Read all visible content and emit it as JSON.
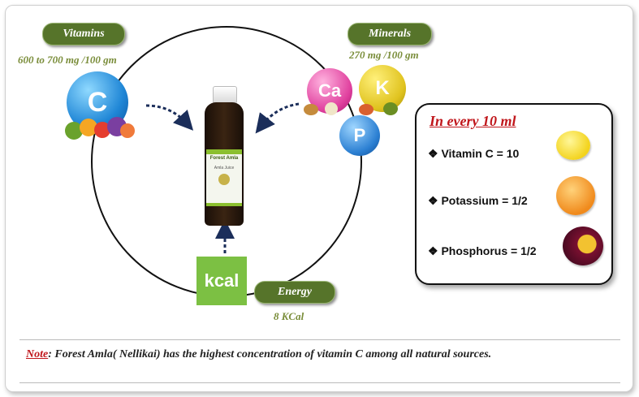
{
  "vitamins": {
    "label": "Vitamins",
    "amount": "600 to 700 mg /100 gm",
    "letter": "C"
  },
  "minerals": {
    "label": "Minerals",
    "amount": "270 mg /100 gm",
    "letters": [
      "Ca",
      "K",
      "P"
    ]
  },
  "energy": {
    "label": "Energy",
    "amount": "8 KCal",
    "icon_text": "kcal"
  },
  "product": {
    "label_line1": "Forest Amla",
    "label_line2": "Amla Juice"
  },
  "info_box": {
    "title": "In every  10 ml",
    "rows": [
      {
        "text": "Vitamin C = 10"
      },
      {
        "text": "Potassium  = 1/2"
      },
      {
        "text": "Phosphorus  = 1/2"
      }
    ]
  },
  "note": {
    "label": "Note",
    "text": ": Forest  Amla( Nellikai) has the highest concentration  of  vitamin C among all natural sources."
  },
  "colors": {
    "pill_green": "#56742a",
    "amount_green": "#7a8d3a",
    "accent_red": "#c0161b",
    "kcal_green": "#7cc043"
  }
}
